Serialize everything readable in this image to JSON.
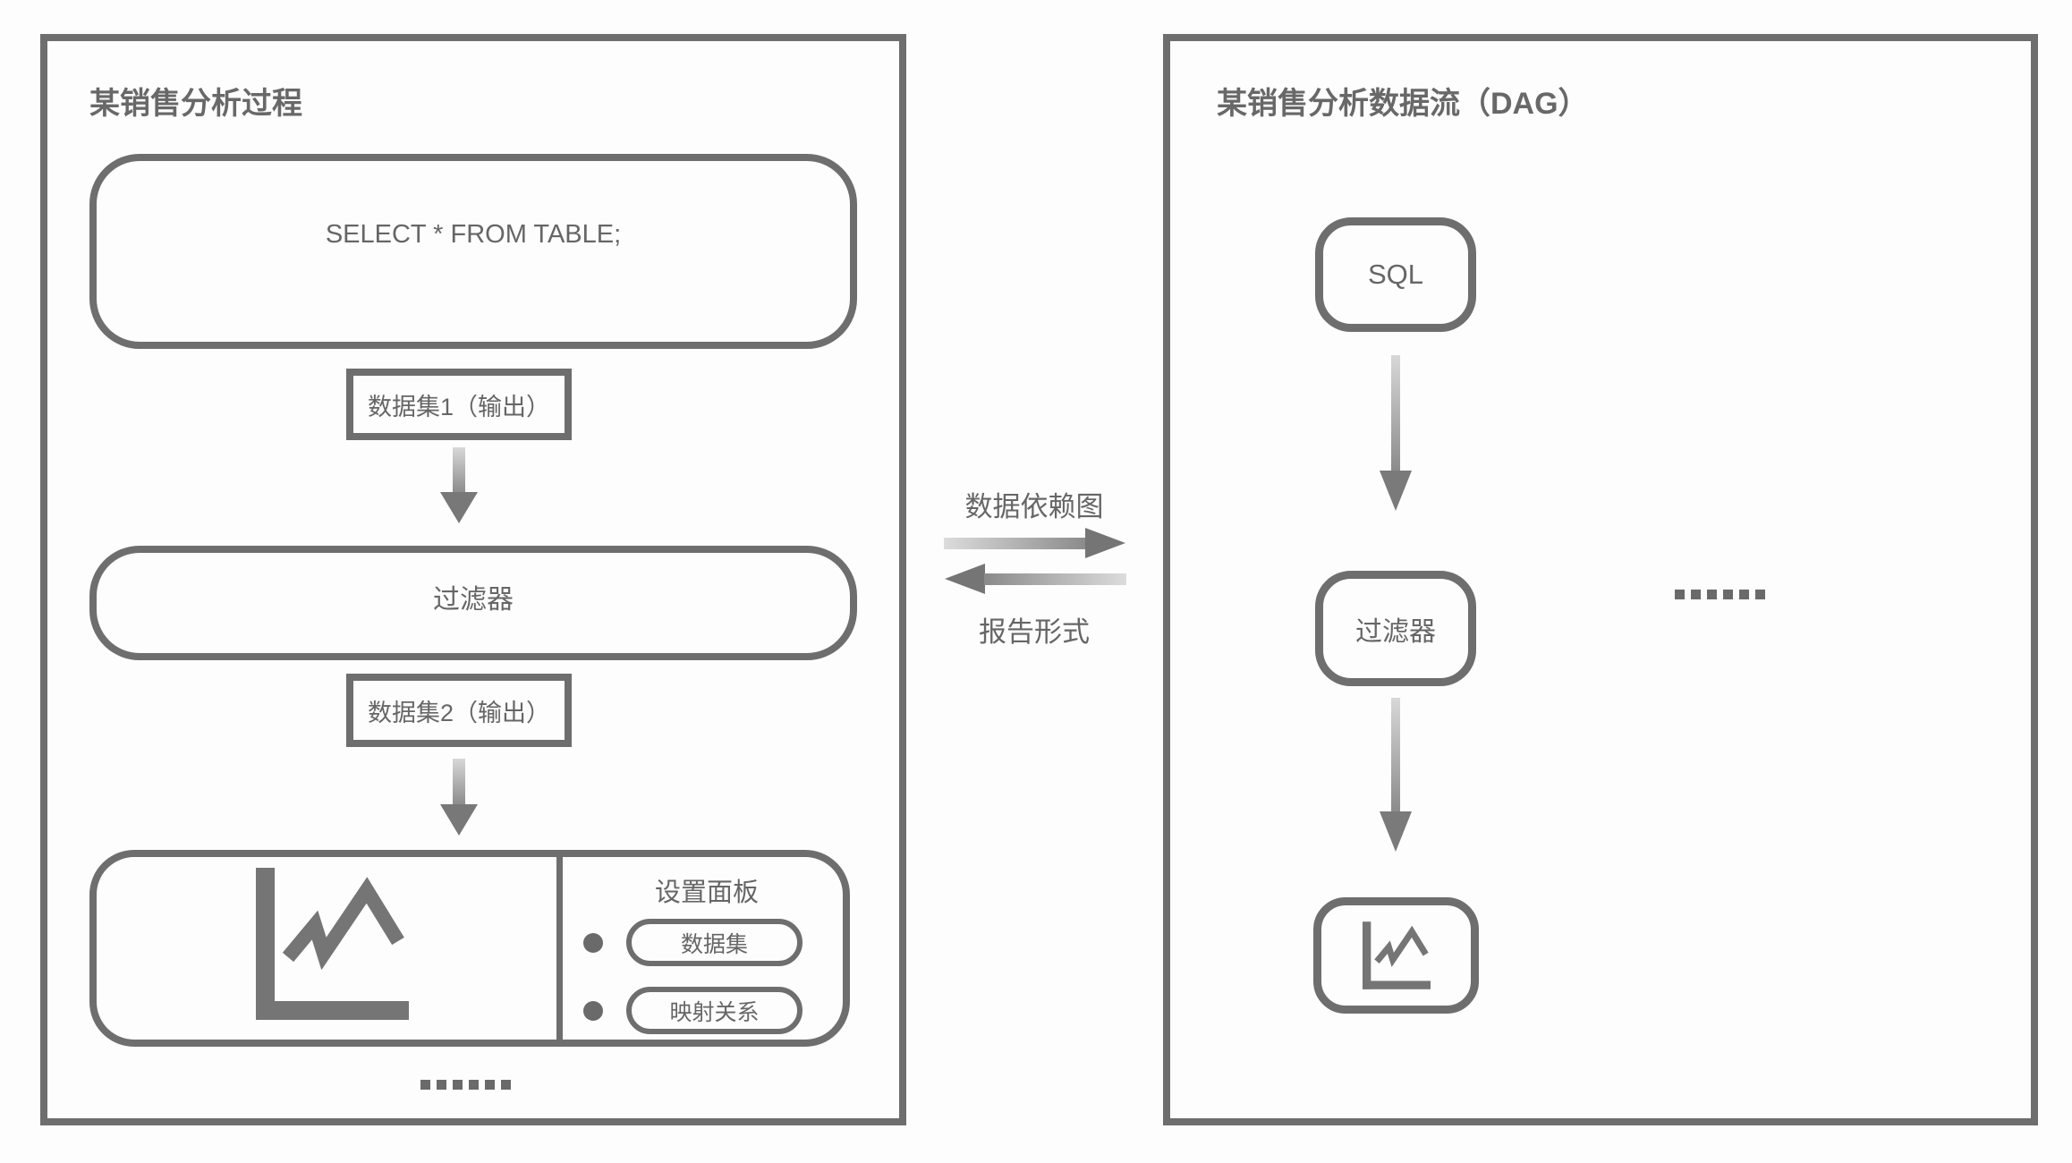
{
  "colors": {
    "outline_gray": "#6e6e6e",
    "text_gray": "#666666",
    "arrow_dark": "#757575",
    "arrow_light": "#d8d8d8",
    "background": "#fdfdfd"
  },
  "left_panel": {
    "title": "某销售分析过程",
    "query_node_label": "SELECT * FROM TABLE;",
    "dataset1_label": "数据集1（输出）",
    "filter_label": "过滤器",
    "dataset2_label": "数据集2（输出）",
    "chart_node": {
      "icon": "line-chart-icon",
      "settings_panel": {
        "title": "设置面板",
        "items": [
          "数据集",
          "映射关系"
        ]
      }
    },
    "ellipsis": "......"
  },
  "middle": {
    "forward_arrow_label": "数据依赖图",
    "backward_arrow_label": "报告形式"
  },
  "right_panel": {
    "title": "某销售分析数据流（DAG）",
    "sql_label": "SQL",
    "filter_label": "过滤器",
    "chart_node_icon": "line-chart-icon",
    "ellipsis": "......"
  }
}
